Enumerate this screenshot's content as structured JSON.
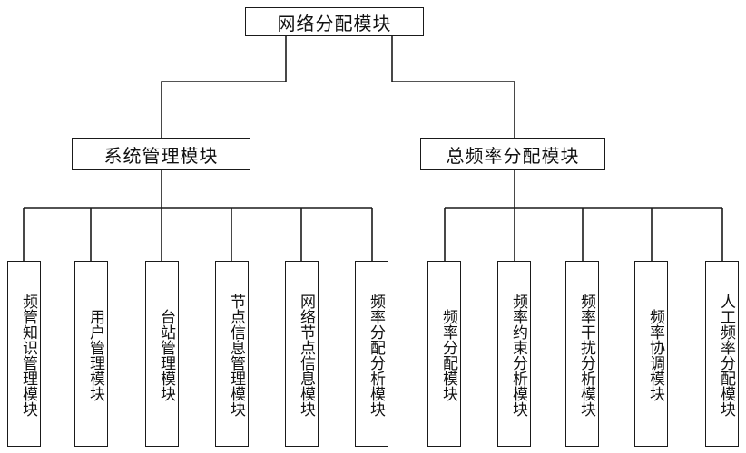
{
  "root": {
    "label": "网络分配模块"
  },
  "branches": [
    {
      "label": "系统管理模块",
      "children": [
        "频管知识管理模块",
        "用户管理模块",
        "台站管理模块",
        "节点信息管理模块",
        "网络节点信息模块",
        "频率分配分析模块"
      ]
    },
    {
      "label": "总频率分配模块",
      "children": [
        "频率分配模块",
        "频率约束分析模块",
        "频率干扰分析模块",
        "频率协调模块",
        "人工频率分配模块"
      ]
    }
  ],
  "colors": {
    "line": "#1a1a1a",
    "box_border": "#1a1a1a",
    "text": "#111111",
    "background": "#ffffff"
  }
}
